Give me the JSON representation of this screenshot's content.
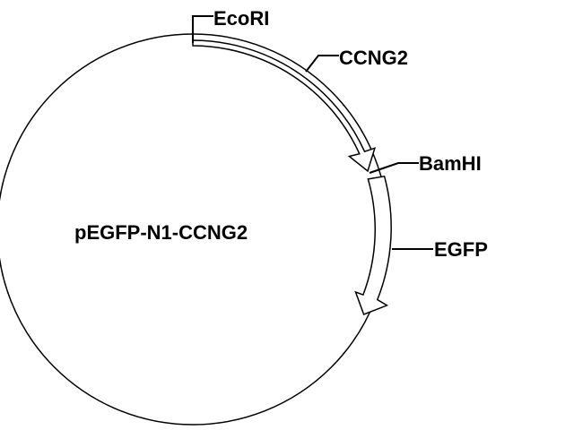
{
  "plasmid": {
    "name": "pEGFP-N1-CCNG2"
  },
  "features": [
    {
      "name": "CCNG2",
      "type": "gene-arrow"
    },
    {
      "name": "EGFP",
      "type": "gene-arrow"
    }
  ],
  "sites": [
    {
      "name": "EcoRI"
    },
    {
      "name": "BamHI"
    }
  ],
  "colors": {
    "line": "#000000",
    "background": "#ffffff",
    "arrow_fill": "#ffffff"
  }
}
